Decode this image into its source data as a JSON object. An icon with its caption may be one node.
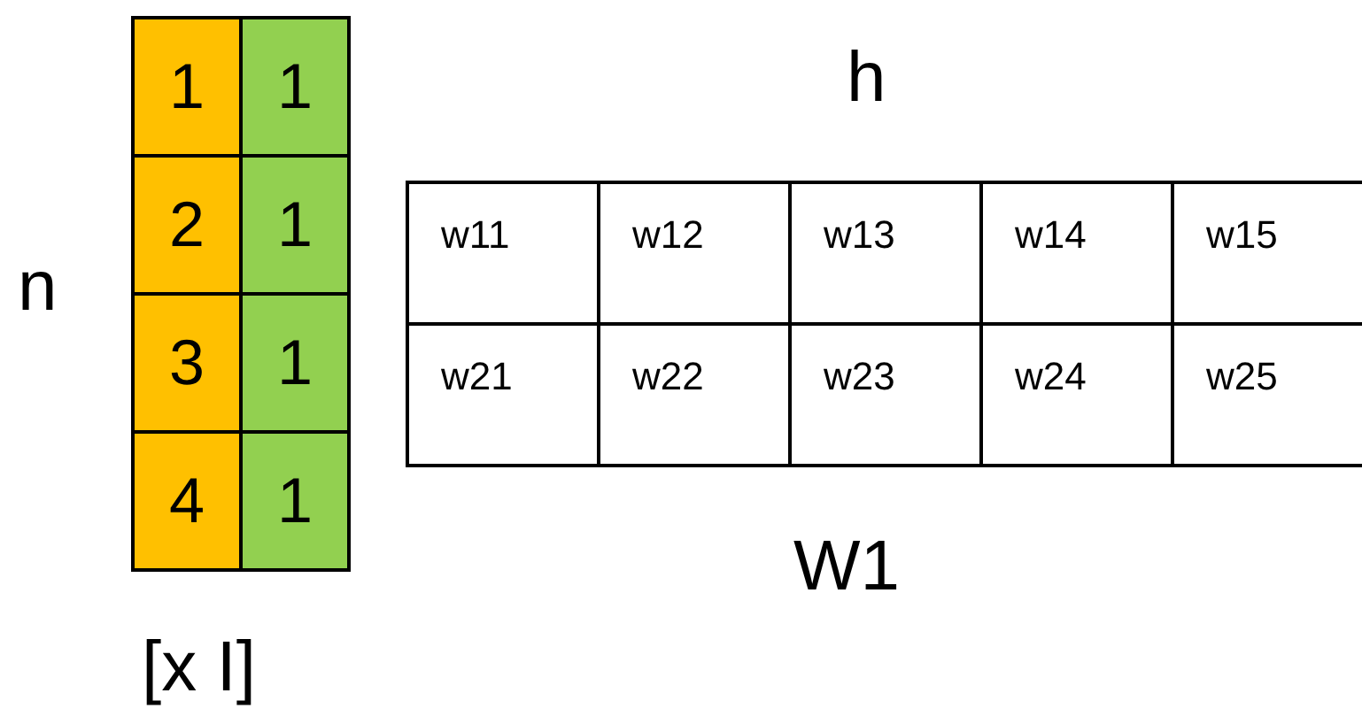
{
  "diagram": {
    "labels": [
      "1",
      "1",
      "2",
      "1",
      "3",
      "1",
      "4",
      "1",
      "n",
      "[x I]",
      "h",
      "w11",
      "w12",
      "w13",
      "w14",
      "w15",
      "w21",
      "w22",
      "w23",
      "w24",
      "w25",
      "W1"
    ]
  }
}
